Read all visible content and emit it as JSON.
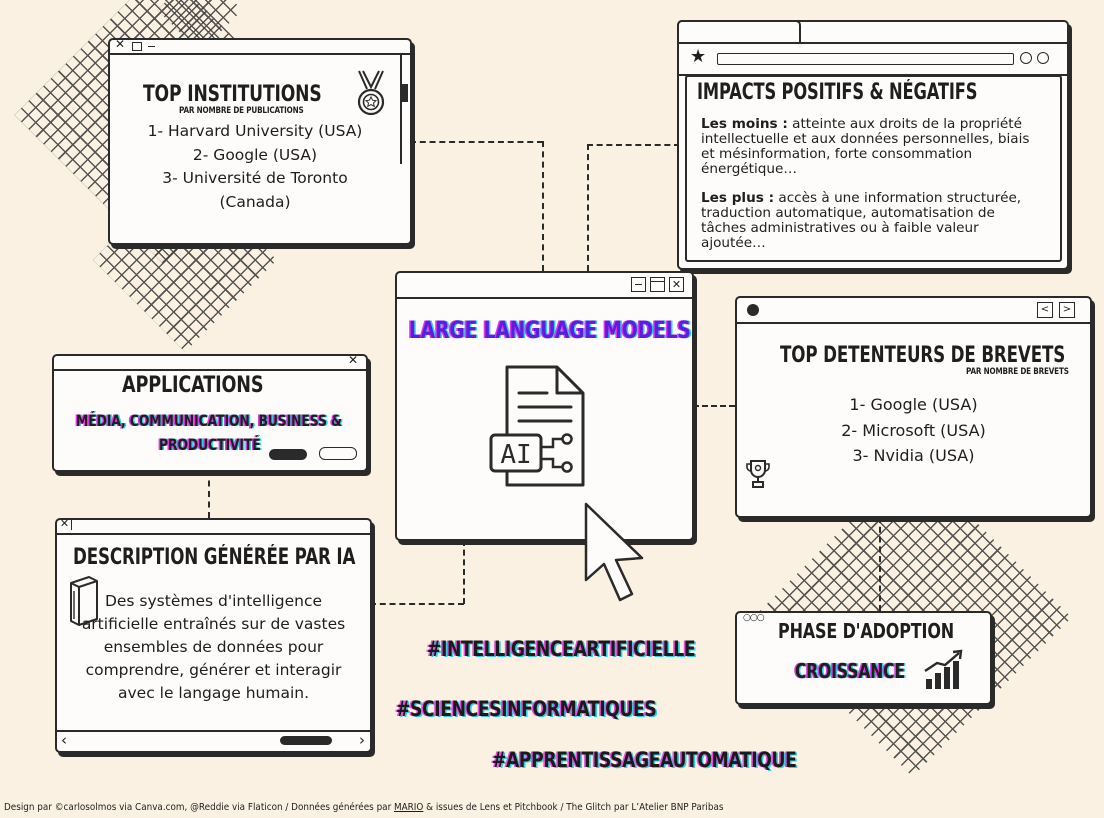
{
  "institutions": {
    "title": "TOP INSTITUTIONS",
    "subtitle": "PAR NOMBRE DE PUBLICATIONS",
    "items": [
      "1- Harvard University (USA)",
      "2- Google (USA)",
      "3- Université de Toronto",
      "(Canada)"
    ]
  },
  "impacts": {
    "title": "IMPACTS POSITIFS & NÉGATIFS",
    "moins_label": "Les moins :",
    "moins_line1": " atteinte aux droits de la propriété",
    "moins_line2": "intellectuelle et aux données personnelles, biais",
    "moins_line3": "et mésinformation, forte consommation",
    "moins_line4": "énergétique…",
    "plus_label": "Les plus :",
    "plus_line1": " accès à une information structurée,",
    "plus_line2": "traduction automatique, automatisation de",
    "plus_line3": "tâches administratives ou à faible valeur",
    "plus_line4": "ajoutée…"
  },
  "center": {
    "title": "LARGE LANGUAGE MODELS",
    "doc_text": "AI"
  },
  "applications": {
    "title": "APPLICATIONS",
    "line1": "MÉDIA, COMMUNICATION, BUSINESS &",
    "line2": "PRODUCTIVITÉ"
  },
  "patents": {
    "title": "TOP DETENTEURS DE BREVETS",
    "subtitle": "PAR NOMBRE DE BREVETS",
    "items": [
      "1- Google (USA)",
      "2- Microsoft (USA)",
      "3- Nvidia (USA)"
    ]
  },
  "description": {
    "title": "DESCRIPTION GÉNÉRÉE PAR IA",
    "lines": [
      "Des systèmes d'intelligence",
      "artificielle entraînés sur de vastes",
      "ensembles de données pour",
      "comprendre, générer et interagir",
      "avec le langage humain."
    ]
  },
  "adoption": {
    "title": "PHASE D'ADOPTION",
    "value": "CROISSANCE"
  },
  "hashtags": [
    "#INTELLIGENCEARTIFICIELLE",
    "#SCIENCESINFORMATIQUES",
    "#APPRENTISSAGEAUTOMATIQUE"
  ],
  "footer": {
    "prefix": "Design par ©carlosolmos via Canva.com, @Reddie via Flaticon  / Données générées par ",
    "link": "MARIO",
    "suffix": " & issues de Lens et Pitchbook / The Glitch par L’Atelier BNP Paribas"
  },
  "colors": {
    "background": "#fbf1e3",
    "ink": "#2a2a2a",
    "glitch_magenta": "#e236e6",
    "glitch_cyan": "#27d3e6",
    "title_purple": "#5b1ee0"
  }
}
